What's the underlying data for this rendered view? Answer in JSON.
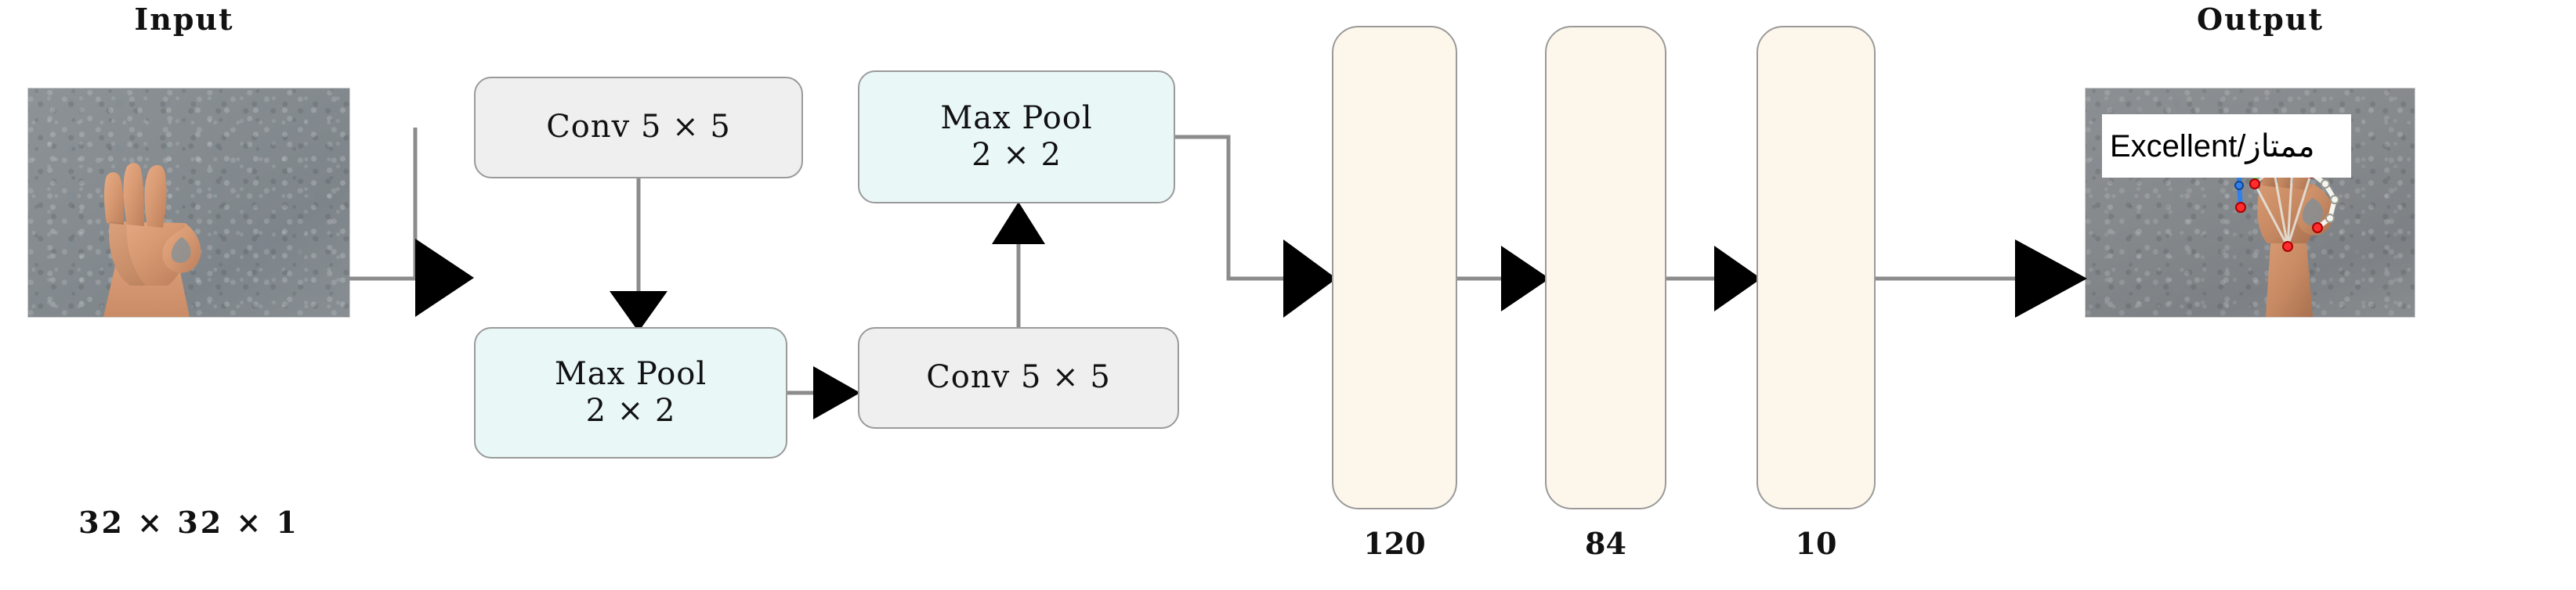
{
  "diagram": {
    "title_left": "Input",
    "title_right": "Output",
    "input_dims": "32 × 32 × 1",
    "prediction": "Excellent/ممتاز",
    "nodes": [
      {
        "id": "conv1",
        "label": "Conv 5 × 5",
        "kind": "conv",
        "fill": "#efefef"
      },
      {
        "id": "pool1",
        "label_line1": "Max Pool",
        "label_line2": "2 × 2",
        "kind": "pool",
        "fill": "#e9f7f7"
      },
      {
        "id": "conv2",
        "label": "Conv 5 × 5",
        "kind": "conv",
        "fill": "#efefef"
      },
      {
        "id": "pool2",
        "label_line1": "Max Pool",
        "label_line2": "2 × 2",
        "kind": "pool",
        "fill": "#e9f7f7"
      }
    ],
    "fc_layers": [
      {
        "id": "fc1",
        "units": "120",
        "fill": "#fdf6eb"
      },
      {
        "id": "fc2",
        "units": "84",
        "fill": "#fdf6eb"
      },
      {
        "id": "fc3",
        "units": "10",
        "fill": "#fdf6eb"
      }
    ],
    "flow_order": [
      "Input 32 × 32 × 1",
      "Conv 5 × 5",
      "Max Pool 2 × 2",
      "Conv 5 × 5",
      "Max Pool 2 × 2",
      "120",
      "84",
      "10",
      "Output Excellent/ممتاز"
    ],
    "colors": {
      "conv_fill": "#efefef",
      "pool_fill": "#e9f7f7",
      "fc_fill": "#fdf6eb",
      "node_border": "#9a9a9a",
      "connector": "#8c8c8c",
      "arrow": "#000000",
      "text": "#111111",
      "badge_bg": "#ffffff"
    },
    "hand_landmark_colors": {
      "thumb": "#f5f5f0",
      "index": "#c87ab4",
      "middle": "#ffc800",
      "ring": "#4ad94a",
      "pinky": "#2f80ed",
      "palm_joints": "#ff2d2d"
    }
  }
}
